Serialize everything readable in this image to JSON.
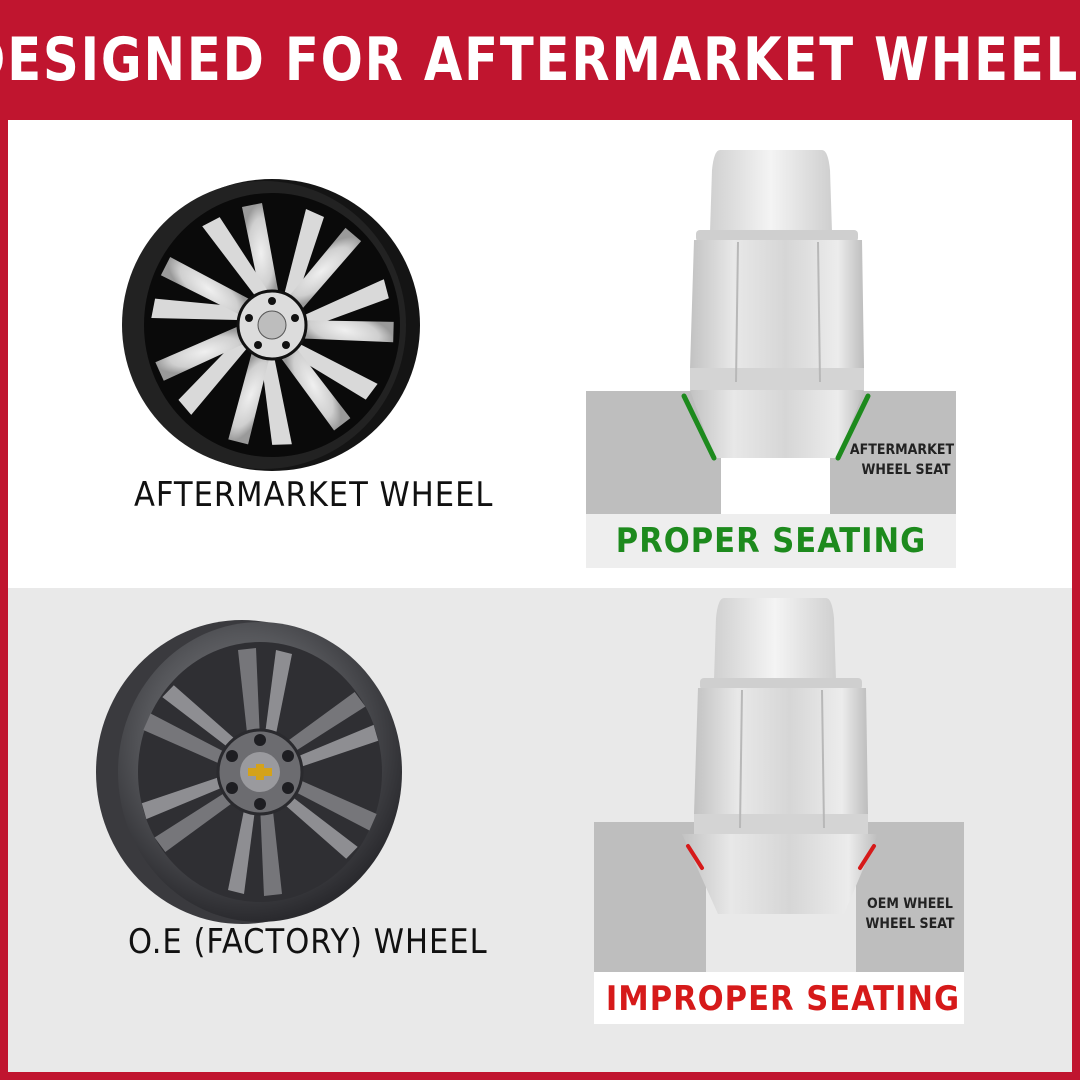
{
  "header": {
    "title": "DESIGNED FOR AFTERMARKET WHEELS"
  },
  "top": {
    "wheel_label": "AFTERMARKET WHEEL",
    "seat_label_line1": "AFTERMARKET",
    "seat_label_line2": "WHEEL SEAT",
    "seating_label": "PROPER SEATING"
  },
  "bottom": {
    "wheel_label": "O.E (FACTORY) WHEEL",
    "seat_label_line1": "OEM WHEEL",
    "seat_label_line2": "WHEEL SEAT",
    "seating_label": "IMPROPER SEATING"
  },
  "colors": {
    "brand_red": "#c0152f",
    "proper_green": "#1d8a1d",
    "improper_red": "#d61a1a"
  }
}
